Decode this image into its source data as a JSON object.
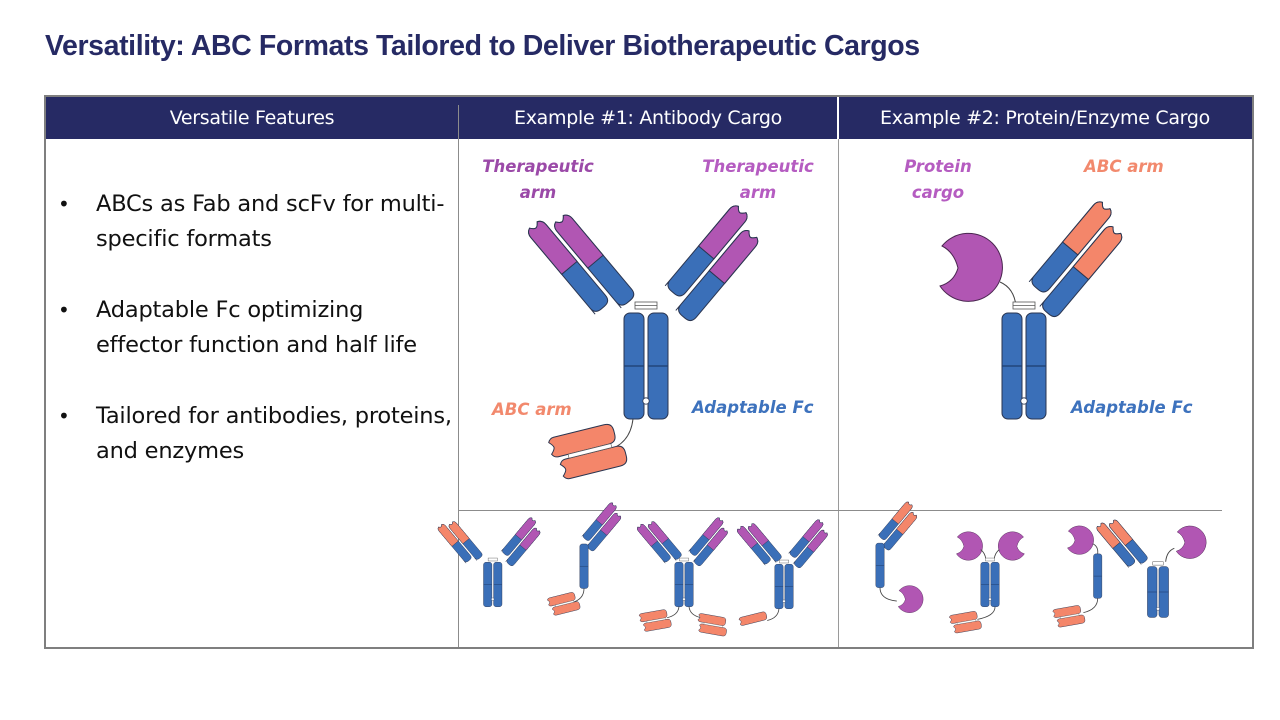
{
  "slide": {
    "title": "Versatility: ABC Formats Tailored to Deliver Biotherapeutic Cargos"
  },
  "table": {
    "headers": [
      {
        "label": "Versatile Features"
      },
      {
        "label": "Example #1: Antibody Cargo"
      },
      {
        "label": "Example #2: Protein/Enzyme Cargo"
      }
    ],
    "features": [
      {
        "bullet": "•",
        "text": "ABCs as Fab and scFv for multi-specific formats"
      },
      {
        "bullet": "•",
        "text": "Adaptable Fc optimizing effector function and half life"
      },
      {
        "bullet": "•",
        "text": "Tailored for antibodies, proteins, and enzymes"
      }
    ]
  },
  "example1": {
    "labels": {
      "therapeutic_arm_left": [
        "Therapeutic",
        "arm"
      ],
      "therapeutic_arm_right": [
        "Therapeutic",
        "arm"
      ],
      "abc_arm": "ABC arm",
      "adaptable_fc": "Adaptable Fc"
    },
    "variant_icons": [
      "abc-fab-plus-therapeutic-fab",
      "half-antibody-therapeutic-fab-with-scfv",
      "bivalent-therapeutic-with-two-scfv",
      "bivalent-therapeutic-with-single-scfv"
    ]
  },
  "example2": {
    "labels": {
      "protein_cargo": [
        "Protein",
        "cargo"
      ],
      "abc_arm": "ABC arm",
      "adaptable_fc": "Adaptable Fc"
    },
    "variant_icons": [
      "half-fc-abc-fab-with-c-term-protein",
      "fc-two-proteins-with-scfv",
      "half-fc-protein-with-scfv",
      "fc-abc-fab-plus-protein"
    ]
  },
  "colors": {
    "title": "#262a64",
    "header_bg": "#262a64",
    "header_text": "#ffffff",
    "therapeutic_purple": "#9b4aa8",
    "therapeutic_label_light": "#b55cc1",
    "fab_purple": "#b156b3",
    "abc_salmon": "#f4866a",
    "abc_label": "#f2896d",
    "fc_blue": "#3a6fb8",
    "fc_label": "#3d72bd",
    "outline": "#2a3550",
    "border": "#7f7f7f"
  }
}
